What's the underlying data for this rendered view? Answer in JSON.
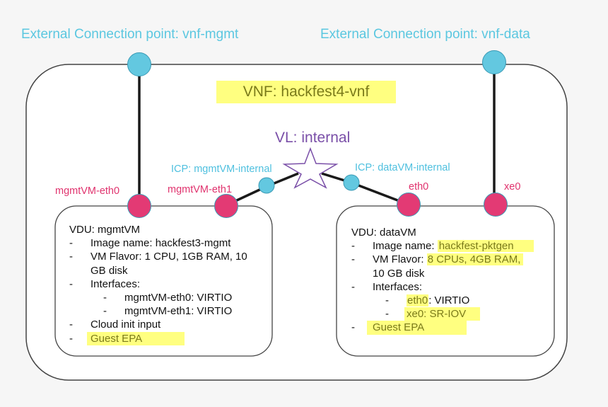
{
  "external_points": {
    "mgmt_label": "External Connection point: vnf-mgmt",
    "data_label": "External Connection point: vnf-data"
  },
  "vnf": {
    "title": "VNF: hackfest4-vnf"
  },
  "virtual_link": {
    "label": "VL: internal",
    "icp_mgmt": "ICP: mgmtVM-internal",
    "icp_data": "ICP: dataVM-internal"
  },
  "connection_points": {
    "mgmt_eth0": "mgmtVM-eth0",
    "mgmt_eth1": "mgmtVM-eth1",
    "data_eth0": "eth0",
    "data_xe0": "xe0"
  },
  "vdu_mgmt": {
    "title": "VDU: mgmtVM",
    "dash": "-",
    "image": "Image name: hackfest3-mgmt",
    "flavor_line1": "VM Flavor: 1 CPU, 1GB RAM, 10",
    "flavor_line2": "GB disk",
    "interfaces": "Interfaces:",
    "iface1": "mgmtVM-eth0: VIRTIO",
    "iface2": "mgmtVM-eth1: VIRTIO",
    "cloud_init": "Cloud init input",
    "guest_epa": "Guest EPA"
  },
  "vdu_data": {
    "title": "VDU: dataVM",
    "dash": "-",
    "image_label": "Image name: ",
    "image_value": "hackfest-pktgen",
    "flavor_label": "VM Flavor: ",
    "flavor_value": "8 CPUs, 4GB RAM,",
    "flavor_line2": "10 GB disk",
    "interfaces": "Interfaces:",
    "iface1_name": "eth0",
    "iface1_type": ": VIRTIO",
    "iface2": "xe0: SR-IOV",
    "guest_epa": "Guest EPA"
  },
  "colors": {
    "external_cp": "#5bc7e0",
    "internal_cp": "#e0336e",
    "virtual_link": "#7a4fa8",
    "highlight": "#ffff80"
  }
}
